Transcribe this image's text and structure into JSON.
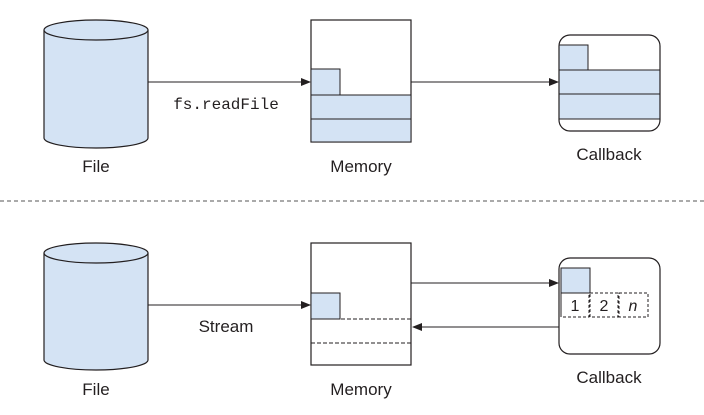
{
  "top": {
    "file_label": "File",
    "method_label": "fs.readFile",
    "memory_label": "Memory",
    "callback_label": "Callback"
  },
  "bottom": {
    "file_label": "File",
    "method_label": "Stream",
    "memory_label": "Memory",
    "callback_label": "Callback",
    "chunks": [
      "1",
      "2",
      "n"
    ]
  },
  "colors": {
    "fill": "#d4e3f4",
    "stroke": "#231f20",
    "divider": "#555555"
  }
}
